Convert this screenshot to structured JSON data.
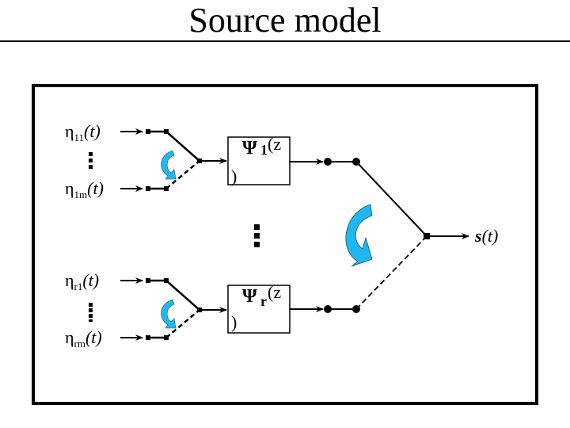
{
  "title": "Source model",
  "colors": {
    "accent": "#1fb8f0",
    "line": "#000000"
  },
  "groups": [
    {
      "inputs": [
        {
          "sym": "η",
          "sub": "11",
          "arg": "(t)"
        },
        {
          "sym": "η",
          "sub": "1m",
          "arg": "(t)"
        }
      ],
      "filter": {
        "sym": "Ψ",
        "sub": "1",
        "arg_open": "(z",
        "arg_close": ")"
      }
    },
    {
      "inputs": [
        {
          "sym": "η",
          "sub": "r1",
          "arg": "(t)"
        },
        {
          "sym": "η",
          "sub": "rm",
          "arg": "(t)"
        }
      ],
      "filter": {
        "sym": "Ψ",
        "sub": "r",
        "arg_open": "(z",
        "arg_close": ")"
      }
    }
  ],
  "output": {
    "fn": "s",
    "arg": "(t)"
  }
}
